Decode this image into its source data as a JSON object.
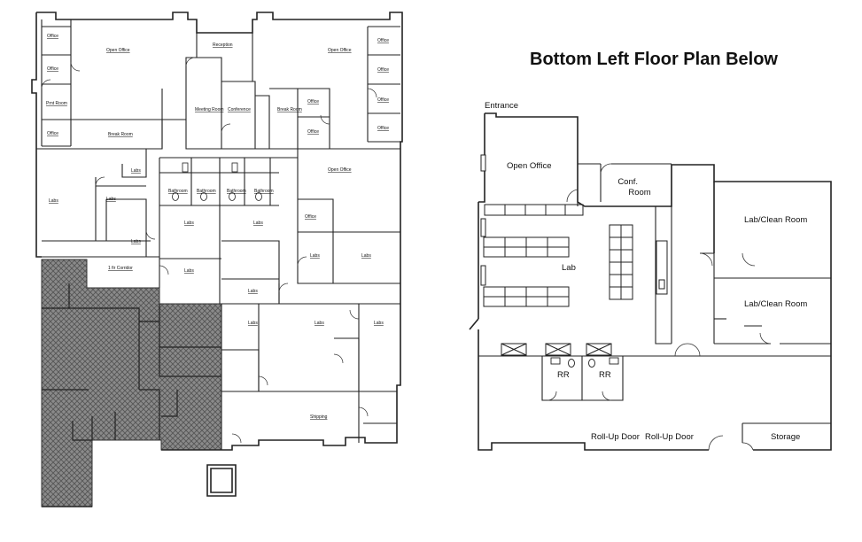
{
  "heading": "Bottom Left Floor Plan Below",
  "left_plan": {
    "rooms": [
      "Office",
      "Office",
      "Prnt Room",
      "Office",
      "Open Office",
      "Reception",
      "Meeting Room",
      "Conference",
      "Break Room",
      "Break Room",
      "Office",
      "Office",
      "Open Office",
      "Office",
      "Office",
      "Office",
      "Office",
      "Labs",
      "Labs",
      "Labs",
      "Bathroom",
      "Bathroom",
      "Bathroom",
      "Bathroom",
      "Labs",
      "Labs",
      "Open Office",
      "Office",
      "Labs",
      "Labs",
      "1 fir Corridor",
      "Labs",
      "Labs",
      "Labs",
      "Labs",
      "Labs",
      "Labs",
      "Shipping"
    ]
  },
  "right_plan": {
    "rooms": [
      "Entrance",
      "Open Office",
      "Conf. Room",
      "Lab/Clean Room",
      "Lab",
      "Lab/Clean Room",
      "RR",
      "RR",
      "Roll-Up Door",
      "Roll-Up Door",
      "Storage"
    ]
  }
}
